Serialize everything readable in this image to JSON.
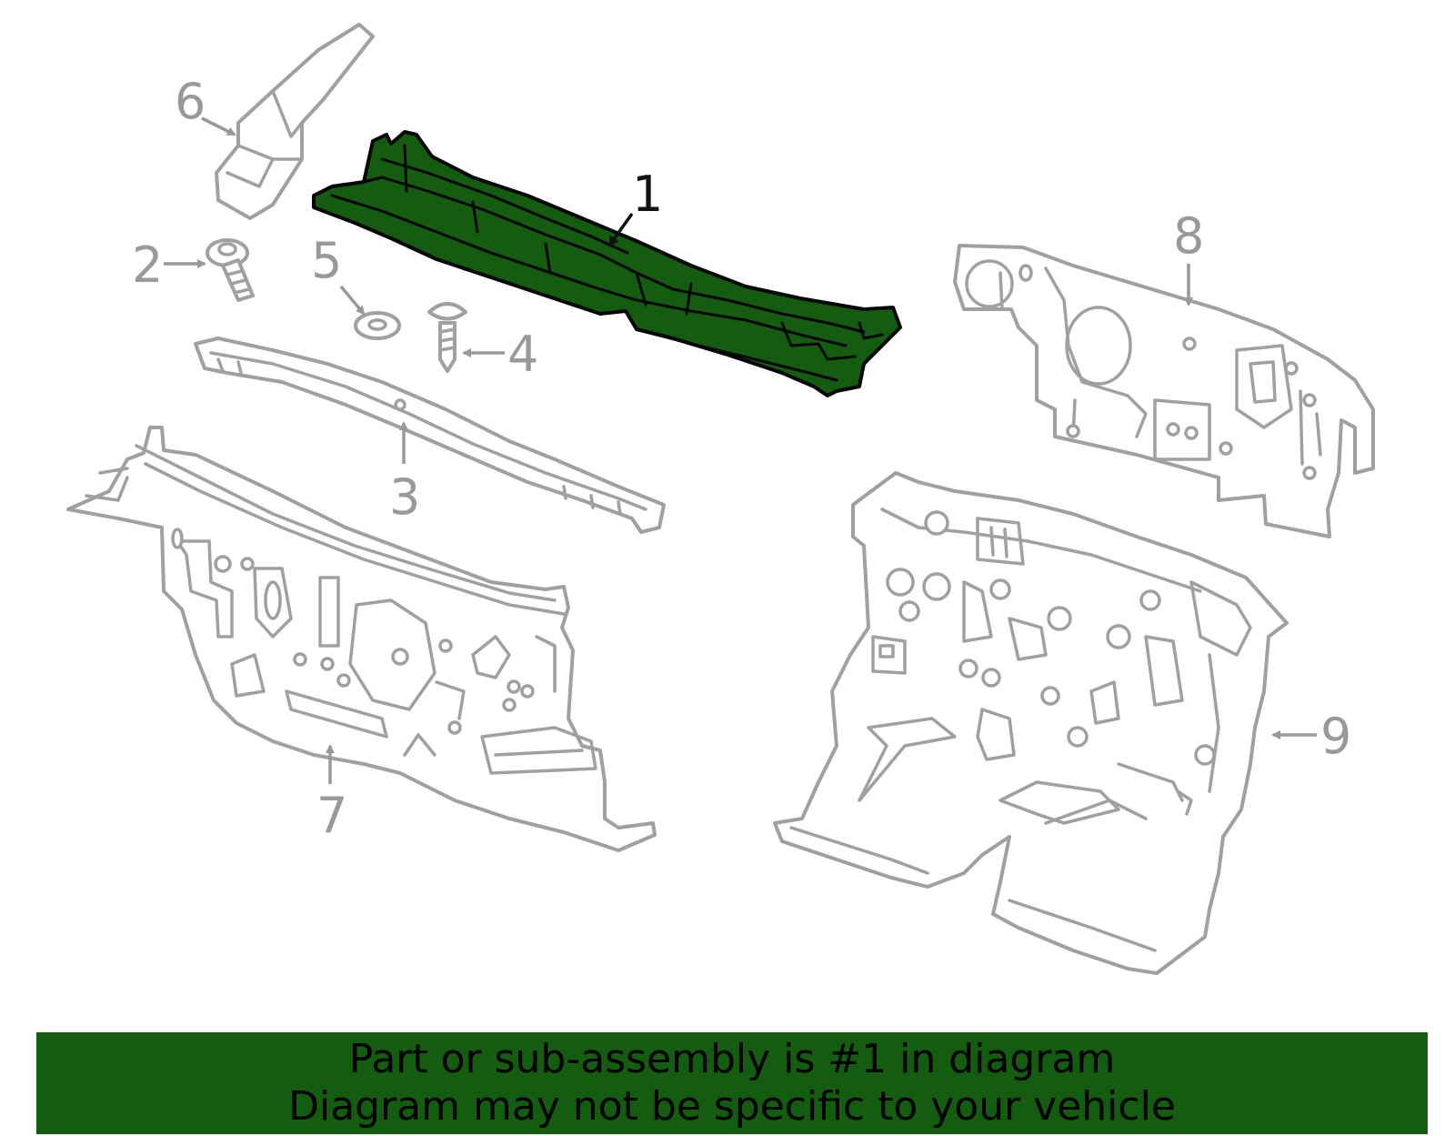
{
  "diagram": {
    "callouts": {
      "part1": "1",
      "part2": "2",
      "part3": "3",
      "part4": "4",
      "part5": "5",
      "part6": "6",
      "part7": "7",
      "part8": "8",
      "part9": "9"
    },
    "highlighted_part": "1",
    "colors": {
      "highlight": "#145c0f",
      "outline": "#a0a0a0",
      "callout_text": "#999999",
      "active_callout_text": "#111111",
      "banner_background": "#145c0f",
      "banner_text": "#000000"
    }
  },
  "banner": {
    "line1": "Part or sub-assembly is #1 in diagram",
    "line2": "Diagram may not be specific to your vehicle"
  }
}
